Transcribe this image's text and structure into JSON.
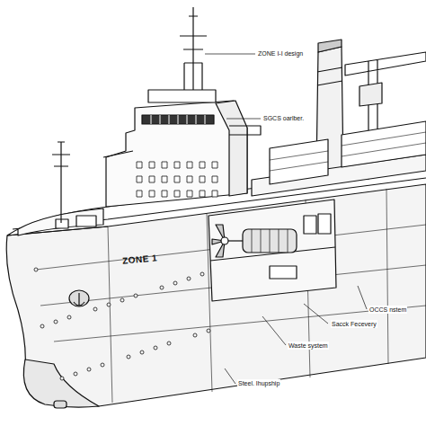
{
  "diagram": {
    "labels": [
      "ZONE I-I design",
      "SGCS oarlber.",
      "ZONE 1",
      "OCCS nstem",
      "Sacck Fecevery",
      "Waste system",
      "Steel. Ihupship"
    ]
  }
}
